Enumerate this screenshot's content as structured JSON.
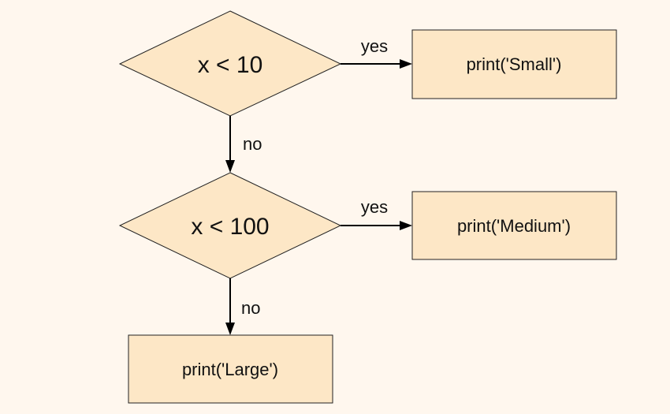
{
  "flowchart": {
    "decisions": [
      {
        "condition": "x < 10",
        "yes_label": "yes",
        "no_label": "no"
      },
      {
        "condition": "x < 100",
        "yes_label": "yes",
        "no_label": "no"
      }
    ],
    "actions": {
      "small": "print('Small')",
      "medium": "print('Medium')",
      "large": "print('Large')"
    }
  },
  "colors": {
    "background": "#fff7ee",
    "node_fill": "#fde7c6",
    "node_stroke": "#222222",
    "arrow": "#000000"
  }
}
